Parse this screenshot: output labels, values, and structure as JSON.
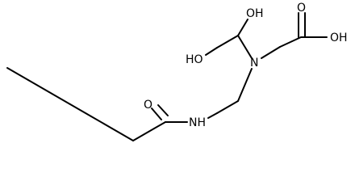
{
  "diagram": {
    "type": "chemical-structure",
    "bond_color": "#000000",
    "background": "#ffffff",
    "atom_labels": {
      "oh_top": "OH",
      "ho_left": "HO",
      "oh_acid": "OH",
      "o_carbonyl_acid": "O",
      "n_amine": "N",
      "nh_amide": "NH",
      "o_carbonyl_amide": "O"
    }
  }
}
